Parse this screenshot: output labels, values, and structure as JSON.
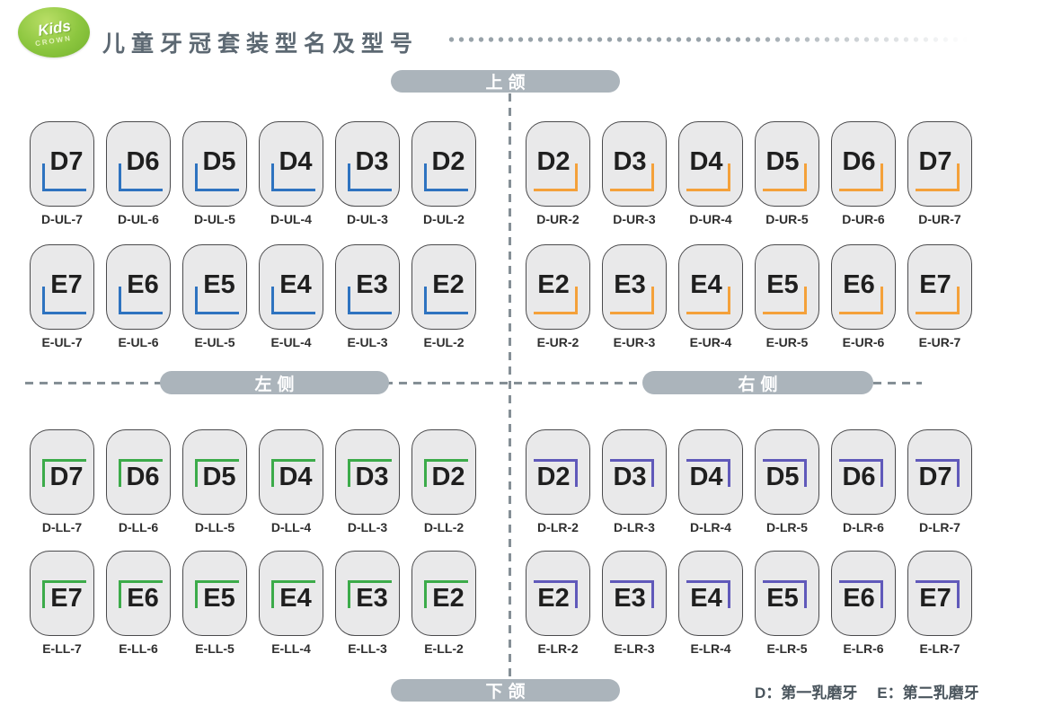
{
  "header": {
    "logo_line1": "Kids",
    "logo_line2": "CROWN",
    "title": "儿童牙冠套装型名及型号"
  },
  "bands": {
    "top": "上颌",
    "left": "左侧",
    "right": "右侧",
    "bottom": "下颌"
  },
  "legend": {
    "d": "D：第一乳磨牙",
    "e": "E：第二乳磨牙"
  },
  "colors": {
    "upper_left": "#2e73c0",
    "upper_right": "#f4a13a",
    "lower_left": "#3cab4a",
    "lower_right": "#6059ba",
    "band": "#abb4bb"
  },
  "quadrants": [
    {
      "id": "ul",
      "name": "upper-left",
      "corner": "bottom-left",
      "color": "#2e73c0",
      "rows": [
        {
          "row_id": "ul-d",
          "items": [
            {
              "code": "D7",
              "label": "D-UL-7"
            },
            {
              "code": "D6",
              "label": "D-UL-6"
            },
            {
              "code": "D5",
              "label": "D-UL-5"
            },
            {
              "code": "D4",
              "label": "D-UL-4"
            },
            {
              "code": "D3",
              "label": "D-UL-3"
            },
            {
              "code": "D2",
              "label": "D-UL-2"
            }
          ]
        },
        {
          "row_id": "ul-e",
          "items": [
            {
              "code": "E7",
              "label": "E-UL-7"
            },
            {
              "code": "E6",
              "label": "E-UL-6"
            },
            {
              "code": "E5",
              "label": "E-UL-5"
            },
            {
              "code": "E4",
              "label": "E-UL-4"
            },
            {
              "code": "E3",
              "label": "E-UL-3"
            },
            {
              "code": "E2",
              "label": "E-UL-2"
            }
          ]
        }
      ]
    },
    {
      "id": "ur",
      "name": "upper-right",
      "corner": "bottom-right",
      "color": "#f4a13a",
      "rows": [
        {
          "row_id": "ur-d",
          "items": [
            {
              "code": "D2",
              "label": "D-UR-2"
            },
            {
              "code": "D3",
              "label": "D-UR-3"
            },
            {
              "code": "D4",
              "label": "D-UR-4"
            },
            {
              "code": "D5",
              "label": "D-UR-5"
            },
            {
              "code": "D6",
              "label": "D-UR-6"
            },
            {
              "code": "D7",
              "label": "D-UR-7"
            }
          ]
        },
        {
          "row_id": "ur-e",
          "items": [
            {
              "code": "E2",
              "label": "E-UR-2"
            },
            {
              "code": "E3",
              "label": "E-UR-3"
            },
            {
              "code": "E4",
              "label": "E-UR-4"
            },
            {
              "code": "E5",
              "label": "E-UR-5"
            },
            {
              "code": "E6",
              "label": "E-UR-6"
            },
            {
              "code": "E7",
              "label": "E-UR-7"
            }
          ]
        }
      ]
    },
    {
      "id": "ll",
      "name": "lower-left",
      "corner": "top-left",
      "color": "#3cab4a",
      "rows": [
        {
          "row_id": "ll-d",
          "items": [
            {
              "code": "D7",
              "label": "D-LL-7"
            },
            {
              "code": "D6",
              "label": "D-LL-6"
            },
            {
              "code": "D5",
              "label": "D-LL-5"
            },
            {
              "code": "D4",
              "label": "D-LL-4"
            },
            {
              "code": "D3",
              "label": "D-LL-3"
            },
            {
              "code": "D2",
              "label": "D-LL-2"
            }
          ]
        },
        {
          "row_id": "ll-e",
          "items": [
            {
              "code": "E7",
              "label": "E-LL-7"
            },
            {
              "code": "E6",
              "label": "E-LL-6"
            },
            {
              "code": "E5",
              "label": "E-LL-5"
            },
            {
              "code": "E4",
              "label": "E-LL-4"
            },
            {
              "code": "E3",
              "label": "E-LL-3"
            },
            {
              "code": "E2",
              "label": "E-LL-2"
            }
          ]
        }
      ]
    },
    {
      "id": "lr",
      "name": "lower-right",
      "corner": "top-right",
      "color": "#6059ba",
      "rows": [
        {
          "row_id": "lr-d",
          "items": [
            {
              "code": "D2",
              "label": "D-LR-2"
            },
            {
              "code": "D3",
              "label": "D-LR-3"
            },
            {
              "code": "D4",
              "label": "D-LR-4"
            },
            {
              "code": "D5",
              "label": "D-LR-5"
            },
            {
              "code": "D6",
              "label": "D-LR-6"
            },
            {
              "code": "D7",
              "label": "D-LR-7"
            }
          ]
        },
        {
          "row_id": "lr-e",
          "items": [
            {
              "code": "E2",
              "label": "E-LR-2"
            },
            {
              "code": "E3",
              "label": "E-LR-3"
            },
            {
              "code": "E4",
              "label": "E-LR-4"
            },
            {
              "code": "E5",
              "label": "E-LR-5"
            },
            {
              "code": "E6",
              "label": "E-LR-6"
            },
            {
              "code": "E7",
              "label": "E-LR-7"
            }
          ]
        }
      ]
    }
  ]
}
